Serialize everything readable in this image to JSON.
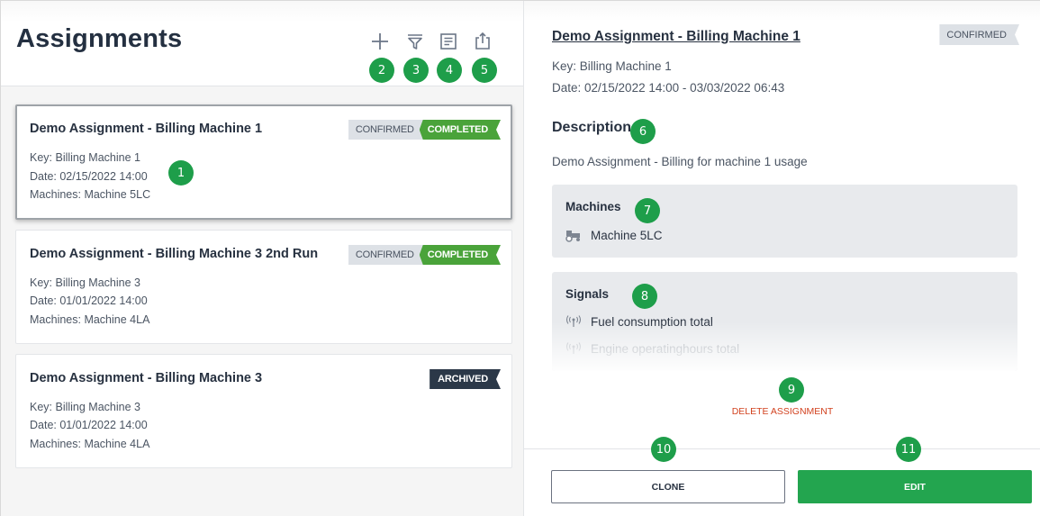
{
  "left_panel": {
    "title": "Assignments",
    "toolbar": [
      {
        "name": "add",
        "icon": "plus-icon",
        "marker": "2"
      },
      {
        "name": "filter",
        "icon": "filter-icon",
        "marker": "3"
      },
      {
        "name": "report",
        "icon": "document-icon",
        "marker": "4"
      },
      {
        "name": "export",
        "icon": "share-icon",
        "marker": "5"
      }
    ],
    "cards": [
      {
        "title": "Demo Assignment - Billing Machine 1",
        "key": "Key: Billing Machine 1",
        "date": "Date: 02/15/2022 14:00",
        "machines": "Machines: Machine 5LC",
        "badges": [
          "CONFIRMED",
          "COMPLETED"
        ],
        "selected": true,
        "marker": "1"
      },
      {
        "title": "Demo Assignment - Billing Machine 3 2nd Run",
        "key": "Key: Billing Machine 3",
        "date": "Date: 01/01/2022 14:00",
        "machines": "Machines: Machine 4LA",
        "badges": [
          "CONFIRMED",
          "COMPLETED"
        ],
        "selected": false
      },
      {
        "title": "Demo Assignment - Billing Machine 3",
        "key": "Key: Billing Machine 3",
        "date": "Date: 01/01/2022 14:00",
        "machines": "Machines: Machine 4LA",
        "badges": [
          "ARCHIVED"
        ],
        "selected": false
      }
    ]
  },
  "detail": {
    "title": "Demo Assignment - Billing Machine 1",
    "status": "CONFIRMED",
    "key": "Key: Billing Machine 1",
    "date": "Date: 02/15/2022 14:00 - 03/03/2022 06:43",
    "description_heading": "Description",
    "description_marker": "6",
    "description": "Demo Assignment - Billing for machine 1 usage",
    "machines": {
      "heading": "Machines",
      "marker": "7",
      "items": [
        {
          "icon": "tractor-icon",
          "label": "Machine 5LC"
        }
      ]
    },
    "signals": {
      "heading": "Signals",
      "marker": "8",
      "items": [
        {
          "icon": "antenna-icon",
          "label": "Fuel consumption total"
        },
        {
          "icon": "antenna-icon",
          "label": "Engine operatinghours total"
        }
      ]
    },
    "delete_label": "DELETE ASSIGNMENT",
    "delete_marker": "9",
    "clone_label": "CLONE",
    "clone_marker": "10",
    "edit_label": "EDIT",
    "edit_marker": "11"
  },
  "colors": {
    "accent_green": "#23a54f",
    "completed_green": "#4aa33a",
    "archived_navy": "#2b3848",
    "confirmed_gray": "#dde1e6",
    "delete_red": "#d2421f",
    "marker_green": "#1e9e4a"
  }
}
